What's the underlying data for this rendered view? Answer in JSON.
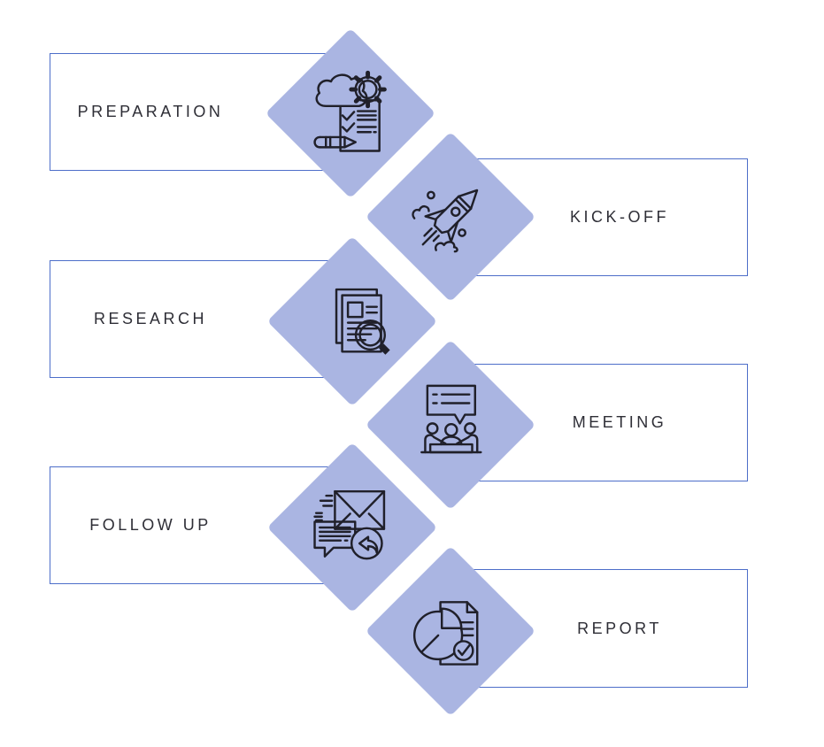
{
  "diagram": {
    "type": "process-timeline",
    "stages": [
      {
        "label": "PREPARATION",
        "side": "left",
        "icon": "preparation-checklist-icon"
      },
      {
        "label": "KICK-OFF",
        "side": "right",
        "icon": "rocket-launch-icon"
      },
      {
        "label": "RESEARCH",
        "side": "left",
        "icon": "research-magnifier-icon"
      },
      {
        "label": "MEETING",
        "side": "right",
        "icon": "meeting-discussion-icon"
      },
      {
        "label": "FOLLOW UP",
        "side": "left",
        "icon": "email-reply-icon"
      },
      {
        "label": "REPORT",
        "side": "right",
        "icon": "report-pie-chart-icon"
      }
    ]
  },
  "colors": {
    "diamond_fill": "#aab5e2",
    "box_border": "#4d6ec9",
    "label_text": "#2e2e36",
    "icon_stroke": "#20202a",
    "background": "#ffffff"
  }
}
